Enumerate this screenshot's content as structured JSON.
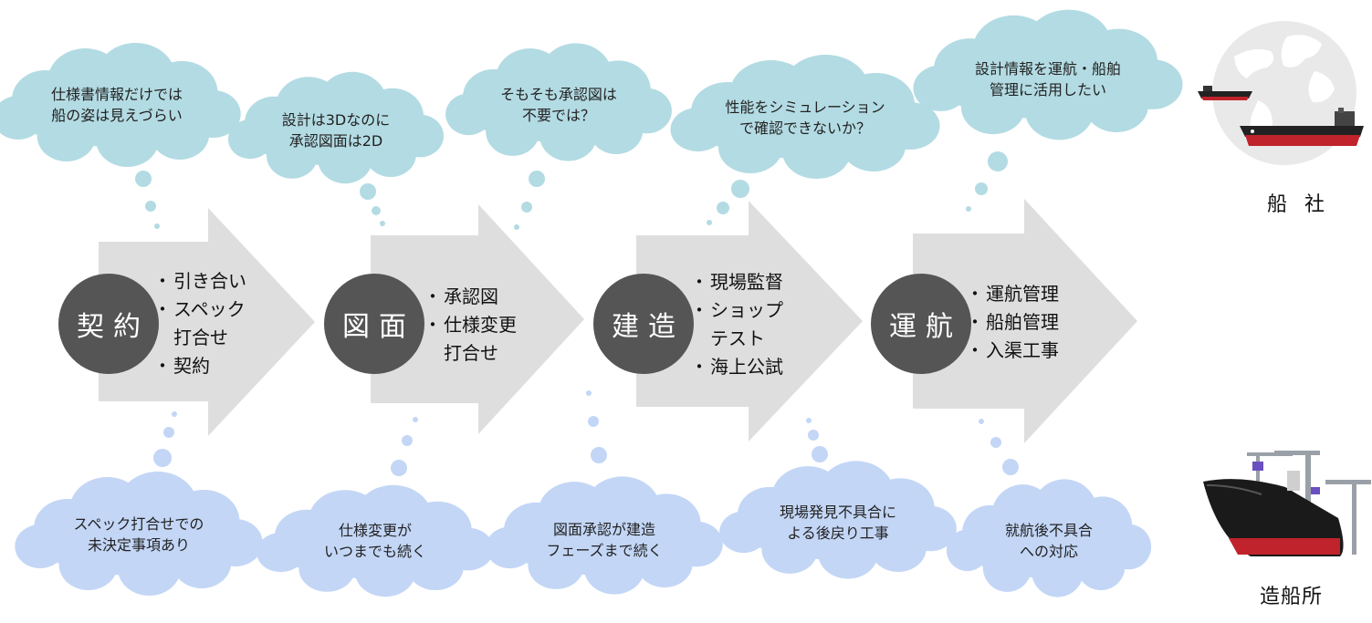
{
  "stages": [
    {
      "title": "契約",
      "items": [
        "引き合い",
        "スペック\n打合せ",
        "契約"
      ]
    },
    {
      "title": "図面",
      "items": [
        "承認図",
        "仕様変更\n打合せ"
      ]
    },
    {
      "title": "建造",
      "items": [
        "現場監督",
        "ショップ\nテスト",
        "海上公試"
      ]
    },
    {
      "title": "運航",
      "items": [
        "運航管理",
        "船舶管理",
        "入渠工事"
      ]
    }
  ],
  "top_clouds": [
    "仕様書情報だけでは\n船の姿は見えづらい",
    "設計は3Dなのに\n承認図面は2D",
    "そもそも承認図は\n不要では？",
    "性能をシミュレーション\nで確認できないか？",
    "設計情報を運航・船舶\n管理に活用したい"
  ],
  "bottom_clouds": [
    "スペック打合せでの\n未決定事項あり",
    "仕様変更が\nいつまでも続く",
    "図面承認が建造\nフェーズまで続く",
    "現場発見不具合に\nよる後戻り工事",
    "就航後不具合\nへの対応"
  ],
  "labels": {
    "owner": "船 社",
    "shipyard": "造船所"
  },
  "colors": {
    "arrow": "#dedede",
    "circle": "#555555",
    "top_cloud": "#b3dbe3",
    "bottom_cloud": "#c3d6f6"
  },
  "icons": {
    "owner": "globe-with-ships-icon",
    "shipyard": "ship-under-construction-icon"
  }
}
